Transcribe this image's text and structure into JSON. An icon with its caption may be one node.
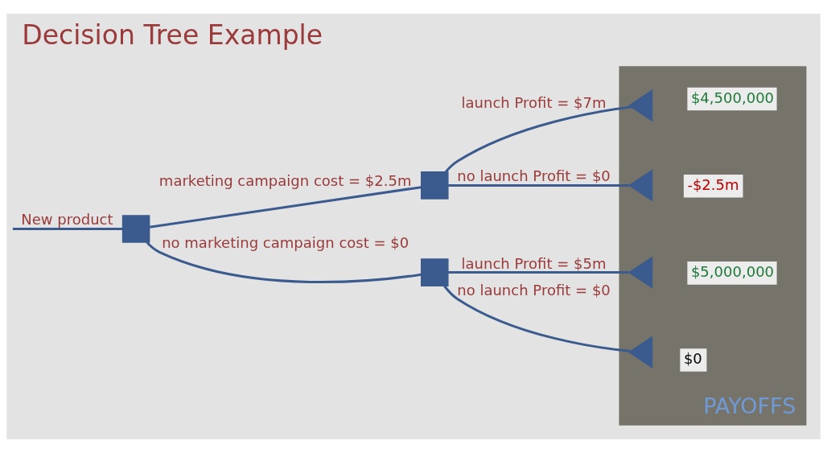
{
  "diagram": {
    "title": "Decision Tree Example",
    "nodes": [
      {
        "text": [],
        "shape": "box"
      },
      {
        "text": [],
        "shape": "box"
      },
      {
        "text": [],
        "shape": "box"
      },
      {
        "text": [
          "PAYOFFS"
        ]
      },
      {
        "text": [],
        "shape": "triangle",
        "beside": [
          "$4,500,000"
        ],
        "in": 3
      },
      {
        "text": [],
        "shape": "triangle",
        "beside": [
          "-$2.5m"
        ],
        "in": 3
      },
      {
        "text": [],
        "shape": "triangle",
        "beside": [
          "$5,000,000"
        ],
        "in": 3
      },
      {
        "text": [],
        "shape": "triangle",
        "beside": [
          "$0"
        ],
        "in": 3
      }
    ],
    "edges": [
      {
        "from": null,
        "to": 0,
        "arrow": "none",
        "label": "New product"
      },
      {
        "from": 0,
        "to": 1,
        "arrow": "none",
        "label": "marketing campaign cost = $2.5m"
      },
      {
        "from": 0,
        "to": 2,
        "arrow": "none",
        "label": "no marketing campaign cost = $0"
      },
      {
        "from": 1,
        "to": 4,
        "arrow": "none",
        "label": "launch Profit = $7m"
      },
      {
        "from": 1,
        "to": 5,
        "arrow": "none",
        "label": "no launch Profit = $0"
      },
      {
        "from": 2,
        "to": 6,
        "arrow": "none",
        "label": "launch Profit = $5m"
      },
      {
        "from": 2,
        "to": 7,
        "arrow": "none",
        "label": "no launch Profit = $0"
      }
    ]
  }
}
